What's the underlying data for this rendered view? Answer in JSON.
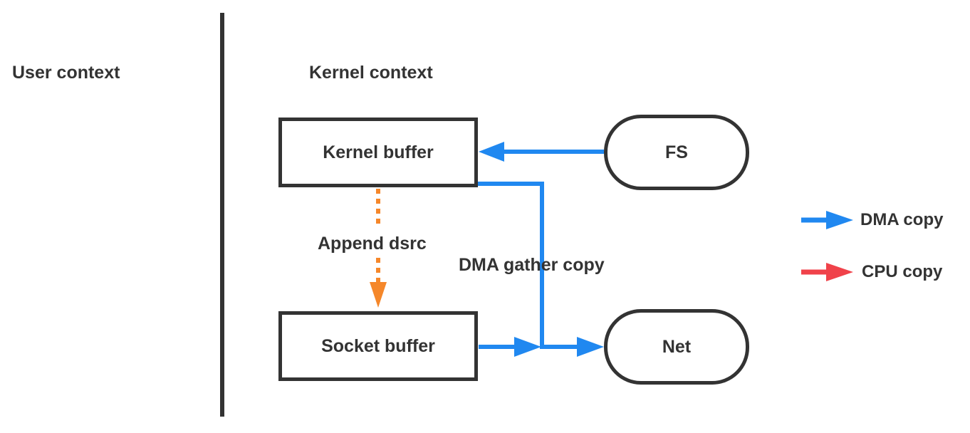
{
  "contexts": {
    "user_label": "User context",
    "kernel_label": "Kernel context"
  },
  "nodes": {
    "kernel_buffer": "Kernel buffer",
    "socket_buffer": "Socket buffer",
    "fs": "FS",
    "net": "Net"
  },
  "edges": {
    "append_label": "Append dsrc",
    "gather_label": "DMA gather copy"
  },
  "legend": {
    "dma_label": "DMA copy",
    "cpu_label": "CPU copy"
  },
  "colors": {
    "dma": "#2088f0",
    "cpu": "#f0424a",
    "append": "#f5872a",
    "stroke": "#333333"
  }
}
